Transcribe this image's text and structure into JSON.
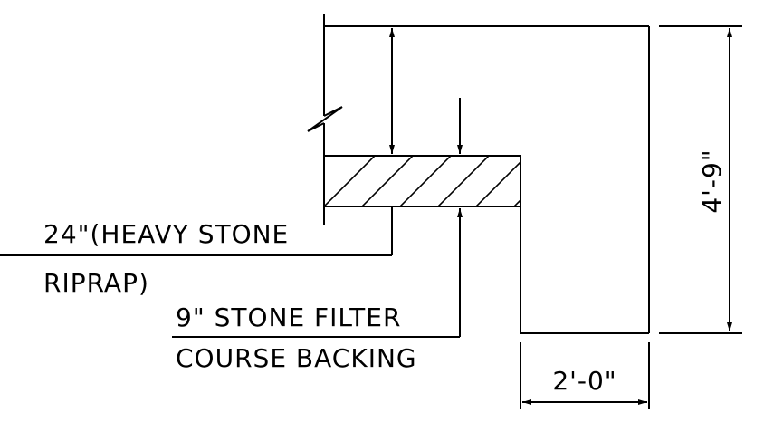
{
  "labels": {
    "riprap_line1": "24\"(HEAVY STONE",
    "riprap_line2": "RIPRAP)",
    "filter_line1": "9\" STONE FILTER",
    "filter_line2": "COURSE BACKING",
    "dim_height": "4'-9\"",
    "dim_width": "2'-0\""
  },
  "colors": {
    "line": "#000000",
    "background": "#ffffff"
  }
}
